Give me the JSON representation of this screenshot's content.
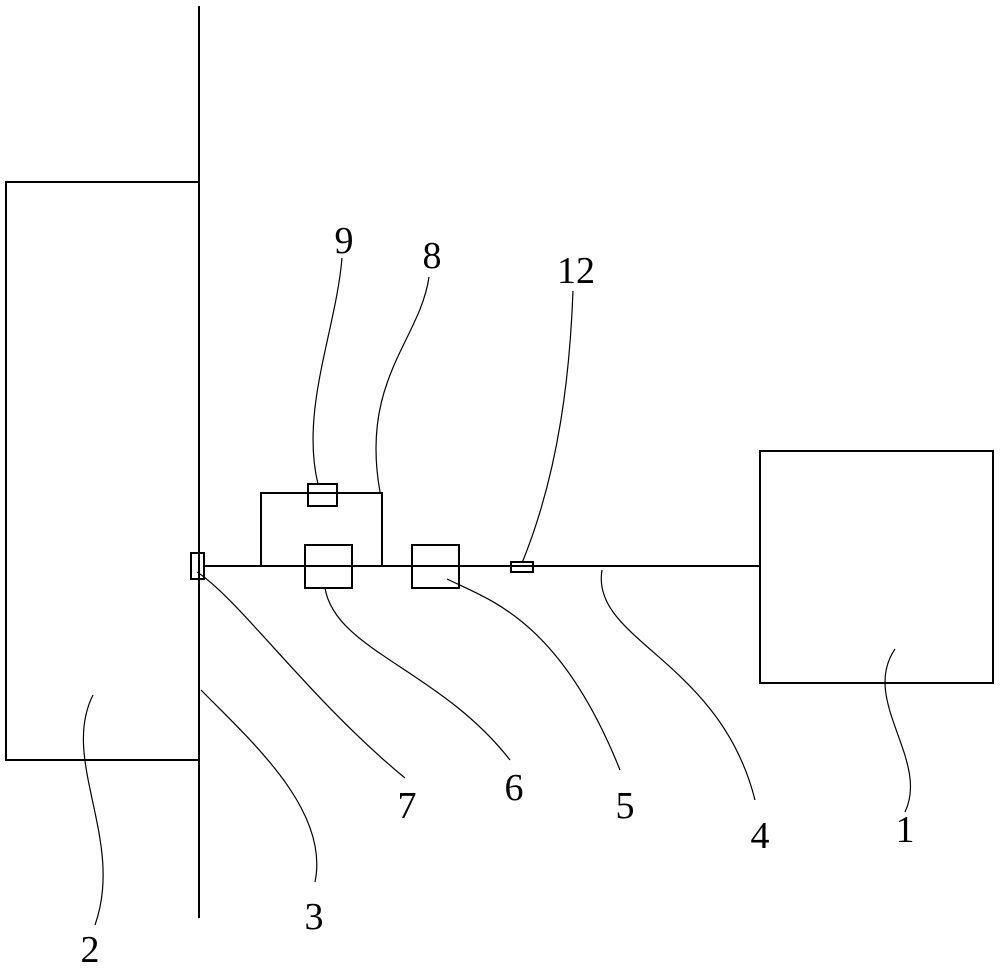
{
  "colors": {
    "stroke": "#000000",
    "background": "#ffffff"
  },
  "labels": {
    "l1": "1",
    "l2": "2",
    "l3": "3",
    "l4": "4",
    "l5": "5",
    "l6": "6",
    "l7": "7",
    "l8": "8",
    "l9": "9",
    "l12": "12"
  }
}
